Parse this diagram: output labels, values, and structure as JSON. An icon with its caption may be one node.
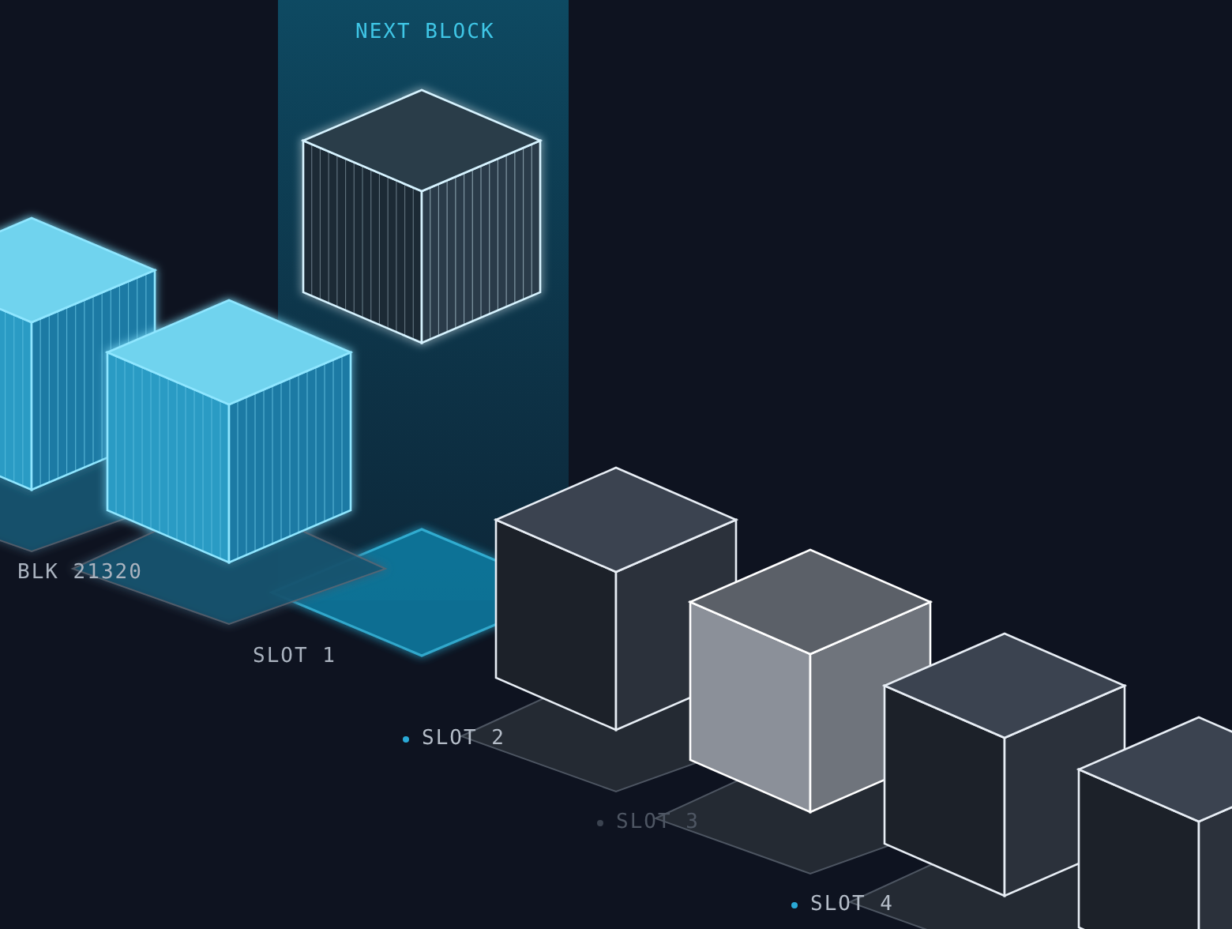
{
  "diagram": {
    "labels": [
      "NEXT BLOCK",
      "BLK 21320",
      "SLOT 1",
      "SLOT 2",
      "SLOT 3",
      "SLOT 4"
    ]
  }
}
